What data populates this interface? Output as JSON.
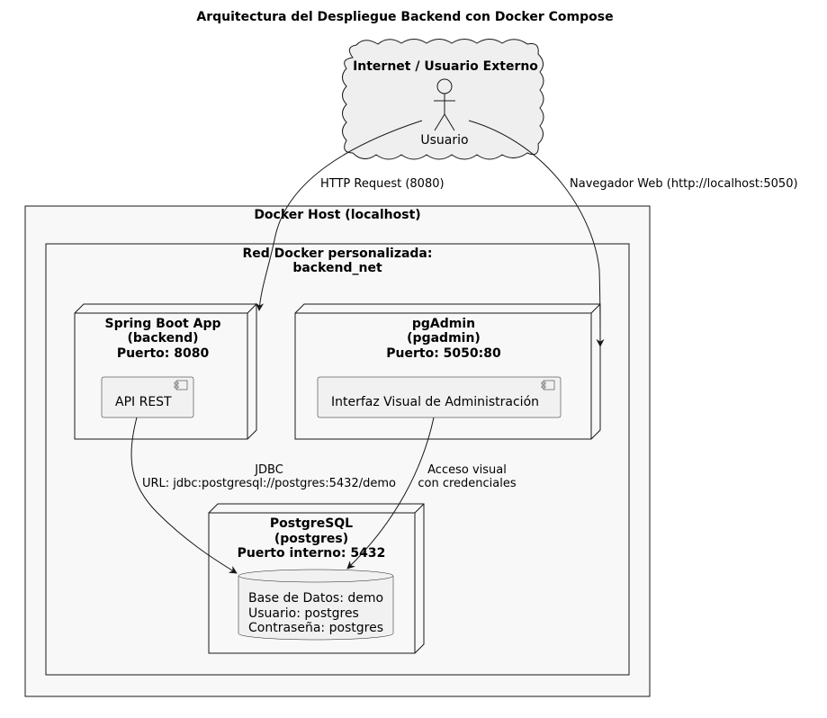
{
  "title": "Arquitectura del Despliegue Backend con Docker Compose",
  "cloud": {
    "label": "Internet / Usuario Externo",
    "actor": "Usuario"
  },
  "docker_host": {
    "label": "Docker Host (localhost)"
  },
  "network": {
    "label_line1": "Red Docker personalizada:",
    "label_line2": "backend_net"
  },
  "nodes": {
    "spring": {
      "line1": "Spring Boot App",
      "line2": "(backend)",
      "line3": "Puerto: 8080",
      "component": "API REST"
    },
    "pgadmin": {
      "line1": "pgAdmin",
      "line2": "(pgadmin)",
      "line3": "Puerto: 5050:80",
      "component": "Interfaz Visual de Administración"
    },
    "postgres": {
      "line1": "PostgreSQL",
      "line2": "(postgres)",
      "line3": "Puerto interno: 5432",
      "db_line1": "Base de Datos: demo",
      "db_line2": "Usuario: postgres",
      "db_line3": "Contraseña: postgres"
    }
  },
  "edges": {
    "http": "HTTP Request (8080)",
    "browser": "Navegador Web (http://localhost:5050)",
    "jdbc_line1": "JDBC",
    "jdbc_line2": "URL: jdbc:postgresql://postgres:5432/demo",
    "visual_line1": "Acceso visual",
    "visual_line2": "con credenciales"
  },
  "colors": {
    "container_fill": "#f8f8f8",
    "cloud_fill": "#efefef",
    "component_fill": "#f1f1f1",
    "stroke": "#181818"
  }
}
